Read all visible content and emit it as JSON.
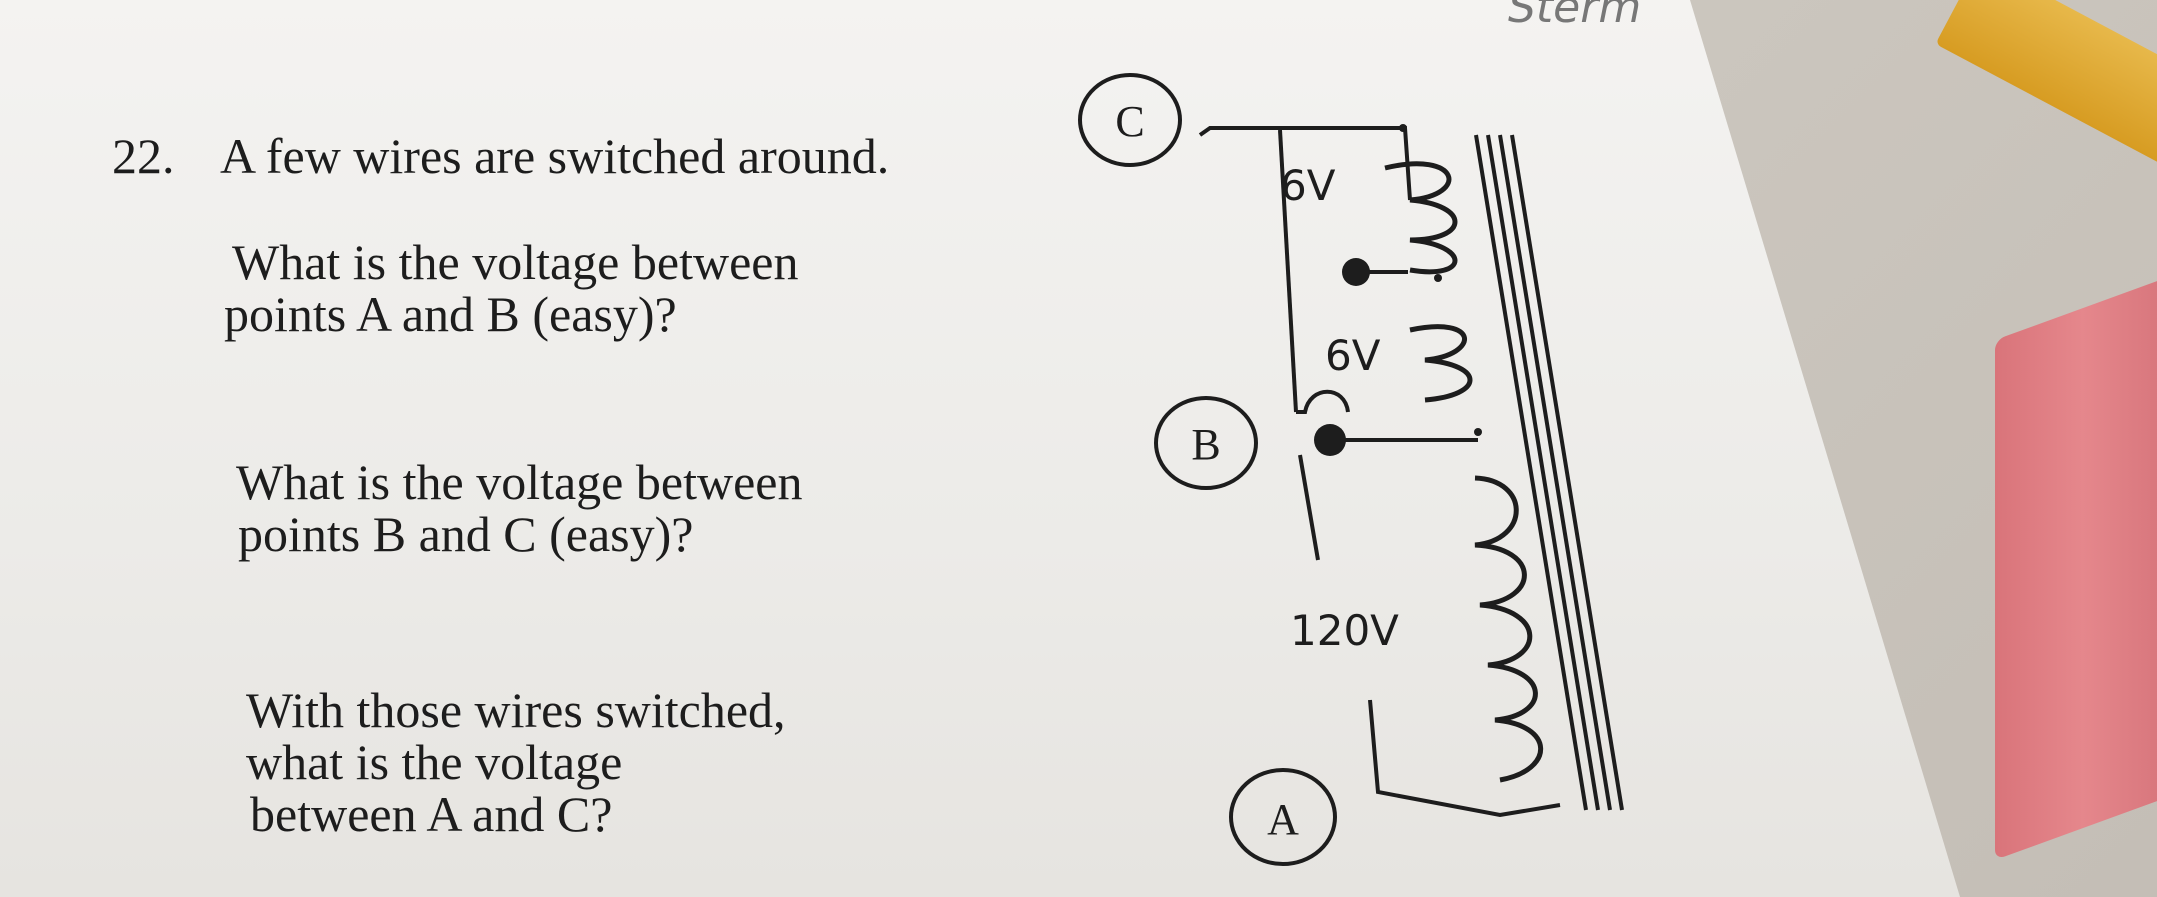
{
  "problem": {
    "number": "22.",
    "title": "A few wires are switched around.",
    "subquestions": [
      {
        "lines": [
          "What is the voltage between",
          "points A and B (easy)?"
        ]
      },
      {
        "lines": [
          "What is the voltage between",
          "points B and C (easy)?"
        ]
      },
      {
        "lines": [
          "With those wires switched,",
          "what is the voltage",
          "between A and C?"
        ]
      }
    ]
  },
  "diagram": {
    "points": {
      "a": "A",
      "b": "B",
      "c": "C"
    },
    "voltages": {
      "top_coil": "6V",
      "middle_coil": "6V",
      "bottom_coil": "120V"
    }
  },
  "handwriting": "Sterm"
}
